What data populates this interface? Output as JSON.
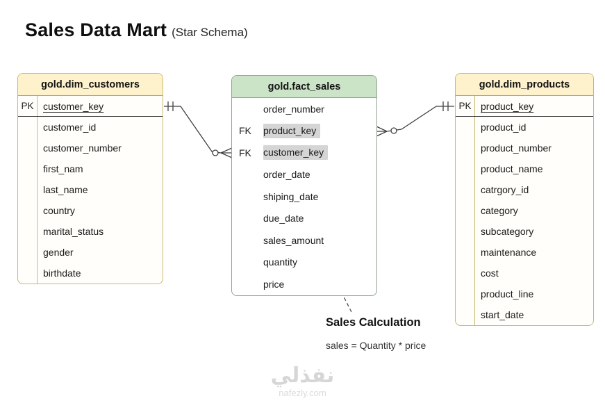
{
  "page_title": {
    "main": "Sales Data Mart",
    "sub": "(Star Schema)"
  },
  "tables": {
    "customers": {
      "title": "gold.dim_customers",
      "pk_label": "PK",
      "pk_field": "customer_key",
      "fields": [
        "customer_id",
        "customer_number",
        "first_nam",
        "last_name",
        "country",
        "marital_status",
        "gender",
        "birthdate"
      ]
    },
    "fact": {
      "title": "gold.fact_sales",
      "rows": [
        {
          "key": "",
          "field": "order_number",
          "highlight": false
        },
        {
          "key": "FK",
          "field": "product_key",
          "highlight": true
        },
        {
          "key": "FK",
          "field": "customer_key",
          "highlight": true
        },
        {
          "key": "",
          "field": "order_date",
          "highlight": false
        },
        {
          "key": "",
          "field": "shiping_date",
          "highlight": false
        },
        {
          "key": "",
          "field": "due_date",
          "highlight": false
        },
        {
          "key": "",
          "field": "sales_amount",
          "highlight": false
        },
        {
          "key": "",
          "field": "quantity",
          "highlight": false
        },
        {
          "key": "",
          "field": "price",
          "highlight": false
        }
      ]
    },
    "products": {
      "title": "gold.dim_products",
      "pk_label": "PK",
      "pk_field": "product_key",
      "fields": [
        "product_id",
        "product_number",
        "product_name",
        "catrgory_id",
        "category",
        "subcategory",
        "maintenance",
        "cost",
        "product_line",
        "start_date"
      ]
    }
  },
  "relationships": [
    {
      "from": "gold.dim_customers.customer_key",
      "to": "gold.fact_sales.customer_key",
      "cardinality": "one-to-zero-or-many"
    },
    {
      "from": "gold.dim_products.product_key",
      "to": "gold.fact_sales.product_key",
      "cardinality": "one-to-zero-or-many"
    }
  ],
  "annotation": {
    "title": "Sales Calculation",
    "formula": "sales = Quantity * price"
  },
  "watermark": {
    "logo_text": "نفذلي",
    "site": "nafezly.com"
  },
  "colors": {
    "dim_header": "#fdf2cb",
    "dim_border": "#cbb76e",
    "fact_header": "#cbe4c7",
    "fact_border": "#8fa48f",
    "fk_highlight": "#d5d5d5",
    "connector": "#3f3f3f",
    "watermark": "#d6d6d6"
  }
}
